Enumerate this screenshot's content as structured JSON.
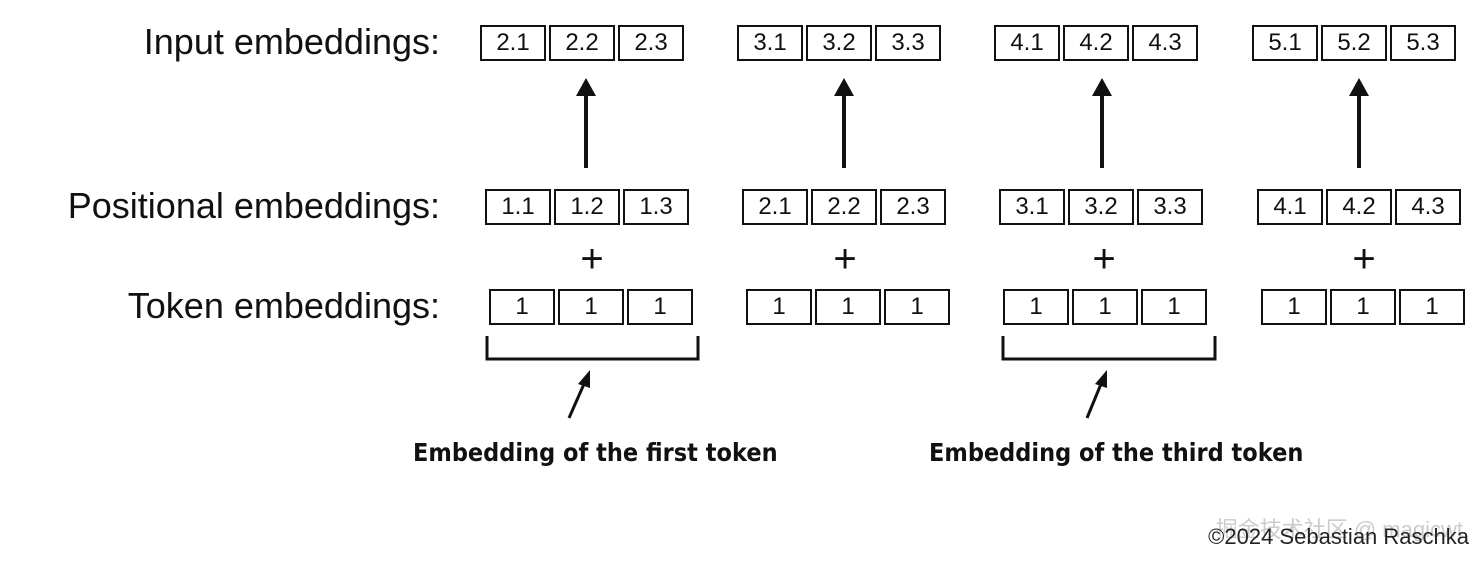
{
  "labels": {
    "input": "Input embeddings:",
    "positional": "Positional embeddings:",
    "token": "Token embeddings:"
  },
  "input_embeddings": [
    [
      "2.1",
      "2.2",
      "2.3"
    ],
    [
      "3.1",
      "3.2",
      "3.3"
    ],
    [
      "4.1",
      "4.2",
      "4.3"
    ],
    [
      "5.1",
      "5.2",
      "5.3"
    ]
  ],
  "positional_embeddings": [
    [
      "1.1",
      "1.2",
      "1.3"
    ],
    [
      "2.1",
      "2.2",
      "2.3"
    ],
    [
      "3.1",
      "3.2",
      "3.3"
    ],
    [
      "4.1",
      "4.2",
      "4.3"
    ]
  ],
  "token_embeddings": [
    [
      "1",
      "1",
      "1"
    ],
    [
      "1",
      "1",
      "1"
    ],
    [
      "1",
      "1",
      "1"
    ],
    [
      "1",
      "1",
      "1"
    ]
  ],
  "plus_symbol": "+",
  "captions": {
    "first": "Embedding of the first token",
    "third": "Embedding of the third token"
  },
  "watermark": "掘金技术社区 @ magicwt",
  "copyright": "©2024 Sebastian Raschka"
}
